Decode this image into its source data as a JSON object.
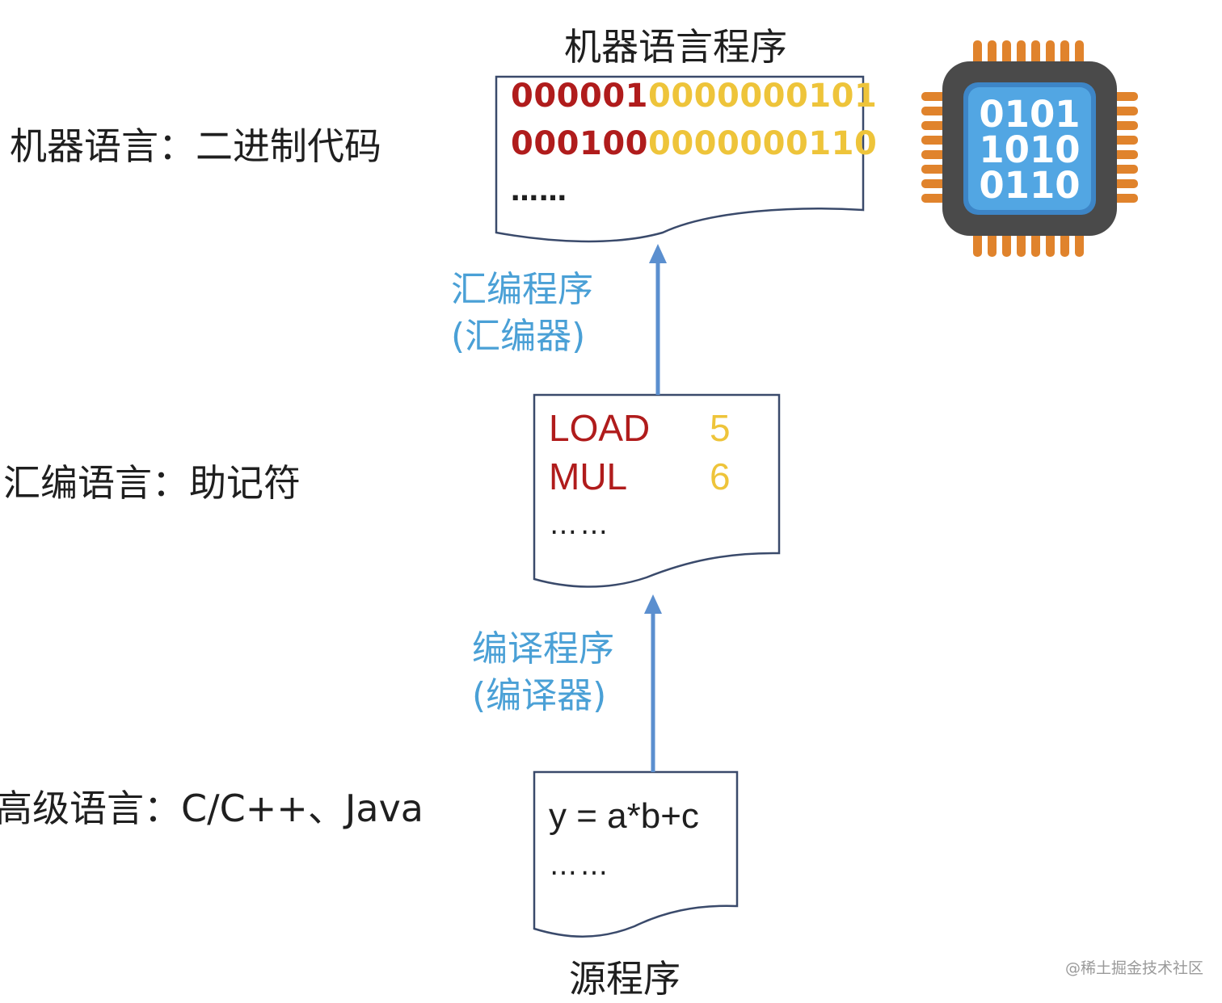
{
  "levels": {
    "machine": "机器语言：二进制代码",
    "assembly": "汇编语言：助记符",
    "high": "高级语言：C/C++、Java"
  },
  "machine_program": {
    "title": "机器语言程序",
    "lines": [
      {
        "opcode": "000001",
        "operand": "0000000101"
      },
      {
        "opcode": "000100",
        "operand": "0000000110"
      }
    ],
    "ellipsis": "……"
  },
  "assembly_program": {
    "lines": [
      {
        "op": "LOAD",
        "arg": "5"
      },
      {
        "op": "MUL",
        "arg": "6"
      }
    ],
    "ellipsis": "……"
  },
  "source_program": {
    "title": "源程序",
    "code": "y = a*b+c",
    "ellipsis": "……"
  },
  "translators": {
    "assembler": {
      "line1": "汇编程序",
      "line2": "(汇编器)"
    },
    "compiler": {
      "line1": "编译程序",
      "line2": "(编译器)"
    }
  },
  "chip": {
    "icon": "cpu-chip-icon",
    "lines": [
      "0101",
      "1010",
      "0110"
    ]
  },
  "colors": {
    "opcode": "#b01c1c",
    "operand": "#eec43a",
    "translator_text": "#4aa0d6",
    "arrow": "#5b8fcf",
    "chip_pins": "#e0832c",
    "chip_body": "#4a4a4a",
    "chip_core": "#52a6e3"
  },
  "watermark": "@稀土掘金技术社区"
}
